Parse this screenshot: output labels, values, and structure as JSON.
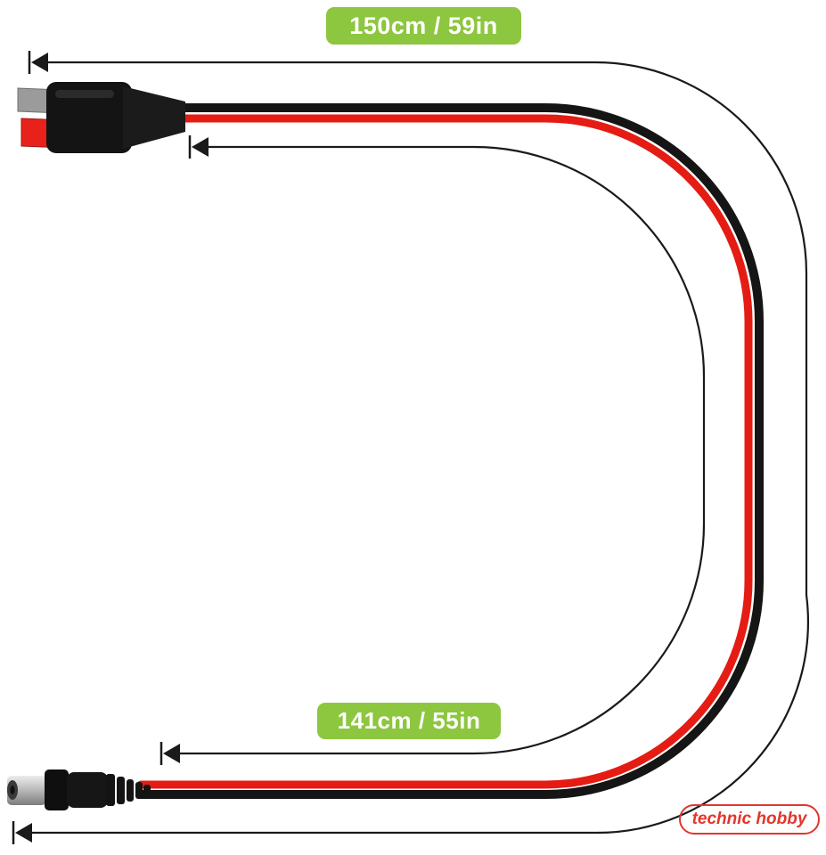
{
  "annotations": {
    "outer_measurement": "150cm / 59in",
    "inner_measurement": "141cm / 55in"
  },
  "watermark": {
    "text": "technic hobby"
  },
  "product": {
    "connector_top": "anderson-powerpole-connector",
    "connector_bottom": "dc-barrel-plug",
    "wires": [
      "black",
      "red"
    ]
  },
  "colors": {
    "badge_green": "#8dc63f",
    "badge_text": "#ffffff",
    "cable_black": "#151515",
    "cable_red": "#e51c14",
    "dimension_line": "#1a1a1a",
    "watermark_red": "#e2362c",
    "background": "#ffffff"
  },
  "icons": {
    "arrow": "dimension-arrow-left"
  }
}
